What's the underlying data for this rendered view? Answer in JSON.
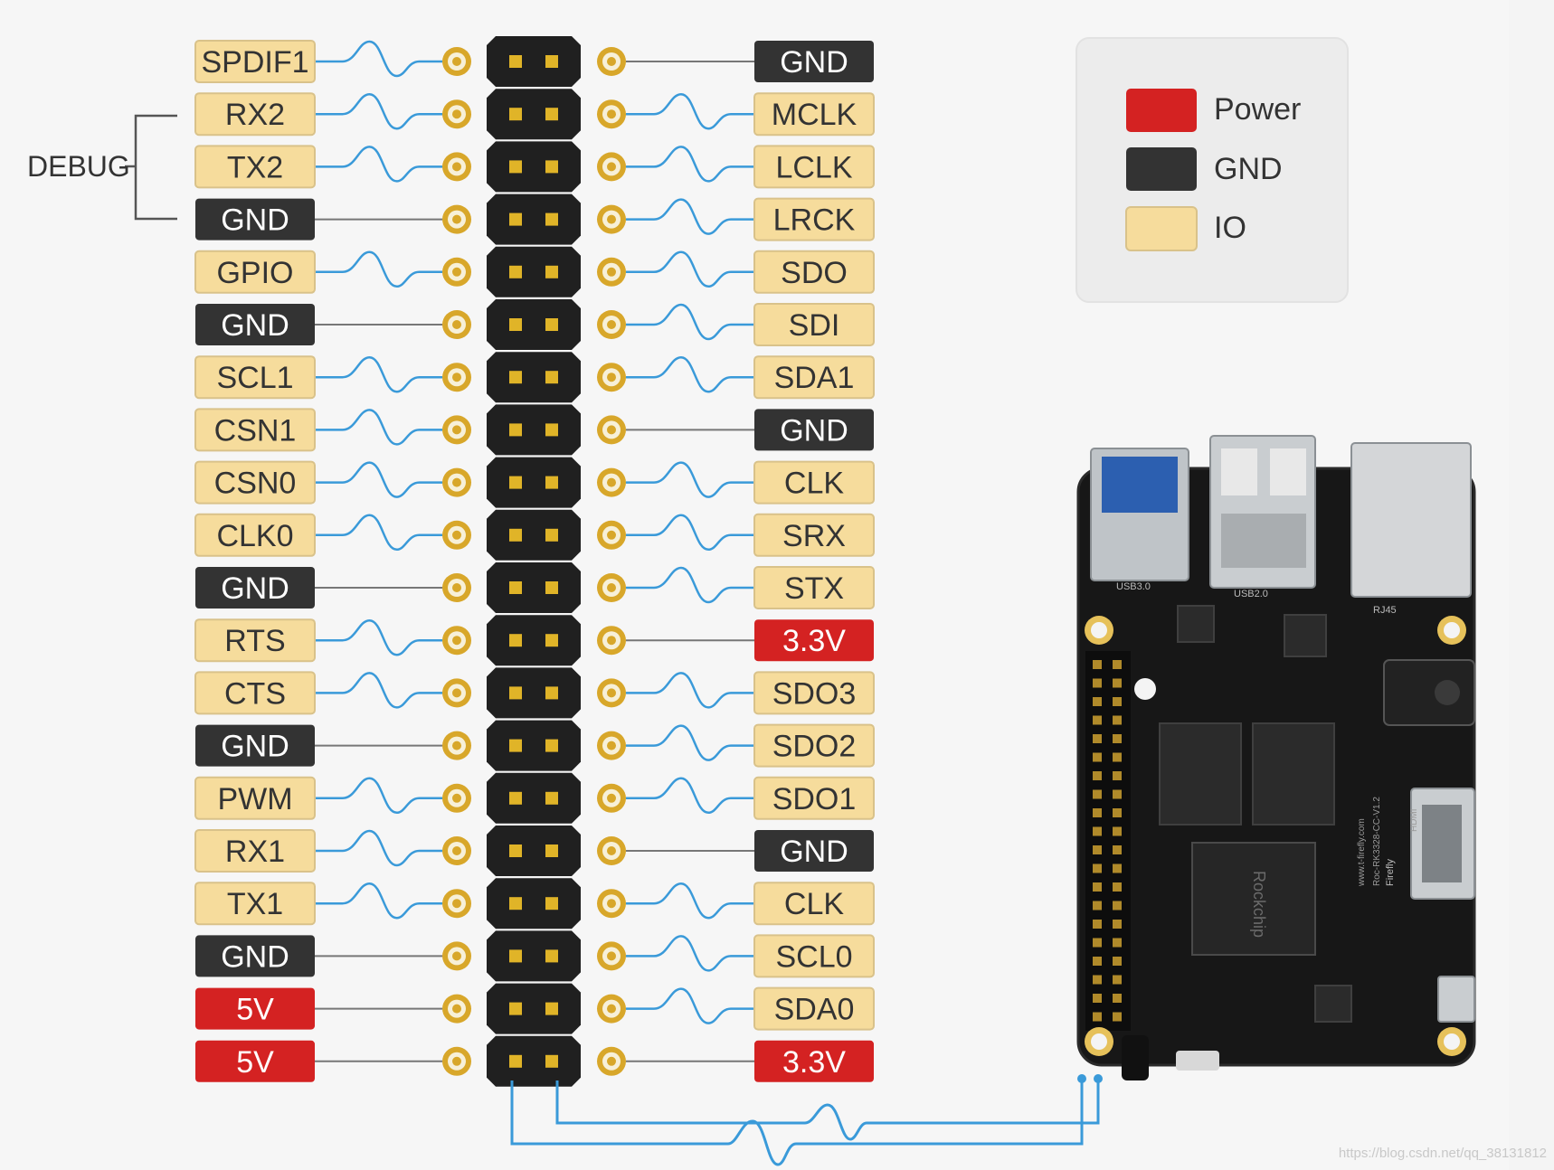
{
  "legend": {
    "items": [
      {
        "label": "Power",
        "color": "#d42222"
      },
      {
        "label": "GND",
        "color": "#333333"
      },
      {
        "label": "IO",
        "color": "#f6dc9c"
      }
    ]
  },
  "debug_label": "DEBUG",
  "colors": {
    "io": "#f6dc9c",
    "io_border": "#d9c28a",
    "gnd": "#333333",
    "power": "#d42222",
    "pad": "#d8a72a",
    "wire_io": "#3a9ad9",
    "wire_plain": "#777777",
    "header": "#202020",
    "pin": "#e0b428"
  },
  "header": {
    "left_pins": [
      {
        "label": "SPDIF1",
        "type": "io"
      },
      {
        "label": "RX2",
        "type": "io"
      },
      {
        "label": "TX2",
        "type": "io"
      },
      {
        "label": "GND",
        "type": "gnd"
      },
      {
        "label": "GPIO",
        "type": "io"
      },
      {
        "label": "GND",
        "type": "gnd"
      },
      {
        "label": "SCL1",
        "type": "io"
      },
      {
        "label": "CSN1",
        "type": "io"
      },
      {
        "label": "CSN0",
        "type": "io"
      },
      {
        "label": "CLK0",
        "type": "io"
      },
      {
        "label": "GND",
        "type": "gnd"
      },
      {
        "label": "RTS",
        "type": "io"
      },
      {
        "label": "CTS",
        "type": "io"
      },
      {
        "label": "GND",
        "type": "gnd"
      },
      {
        "label": "PWM",
        "type": "io"
      },
      {
        "label": "RX1",
        "type": "io"
      },
      {
        "label": "TX1",
        "type": "io"
      },
      {
        "label": "GND",
        "type": "gnd"
      },
      {
        "label": "5V",
        "type": "power"
      },
      {
        "label": "5V",
        "type": "power"
      }
    ],
    "right_pins": [
      {
        "label": "GND",
        "type": "gnd"
      },
      {
        "label": "MCLK",
        "type": "io"
      },
      {
        "label": "LCLK",
        "type": "io"
      },
      {
        "label": "LRCK",
        "type": "io"
      },
      {
        "label": "SDO",
        "type": "io"
      },
      {
        "label": "SDI",
        "type": "io"
      },
      {
        "label": "SDA1",
        "type": "io"
      },
      {
        "label": "GND",
        "type": "gnd"
      },
      {
        "label": "CLK",
        "type": "io"
      },
      {
        "label": "SRX",
        "type": "io"
      },
      {
        "label": "STX",
        "type": "io"
      },
      {
        "label": "3.3V",
        "type": "power"
      },
      {
        "label": "SDO3",
        "type": "io"
      },
      {
        "label": "SDO2",
        "type": "io"
      },
      {
        "label": "SDO1",
        "type": "io"
      },
      {
        "label": "GND",
        "type": "gnd"
      },
      {
        "label": "CLK",
        "type": "io"
      },
      {
        "label": "SCL0",
        "type": "io"
      },
      {
        "label": "SDA0",
        "type": "io"
      },
      {
        "label": "3.3V",
        "type": "power"
      }
    ]
  },
  "board": {
    "usb3_label": "USB3.0",
    "usb2_label": "USB2.0",
    "rj45_label": "RJ45",
    "hdmi_label": "HDMI",
    "chip_brand": "Rockchip",
    "pcb_text_1": "Roc-RK3328-CC-V1.2",
    "pcb_text_2": "www.t-firefly.com",
    "pcb_text_3": "Firefly"
  },
  "watermark": "https://blog.csdn.net/qq_38131812"
}
